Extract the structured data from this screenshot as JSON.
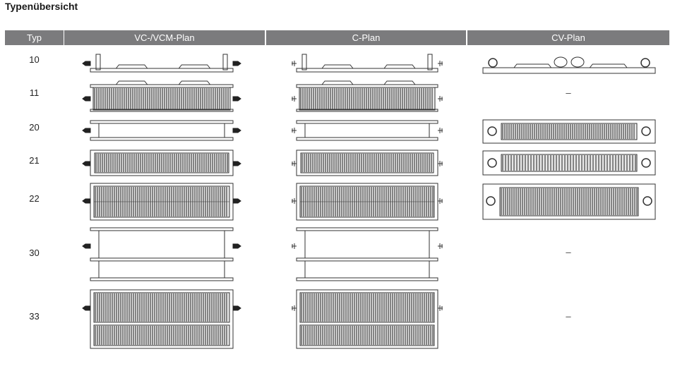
{
  "title": "Typenübersicht",
  "headers": {
    "typ": "Typ",
    "vc": "VC-/VCM-Plan",
    "c": "C-Plan",
    "cv": "CV-Plan"
  },
  "rows": [
    {
      "typ": "10",
      "cv": ""
    },
    {
      "typ": "11",
      "cv": "–"
    },
    {
      "typ": "20",
      "cv": ""
    },
    {
      "typ": "21",
      "cv": ""
    },
    {
      "typ": "22",
      "cv": ""
    },
    {
      "typ": "30",
      "cv": "–"
    },
    {
      "typ": "33",
      "cv": "–"
    }
  ]
}
